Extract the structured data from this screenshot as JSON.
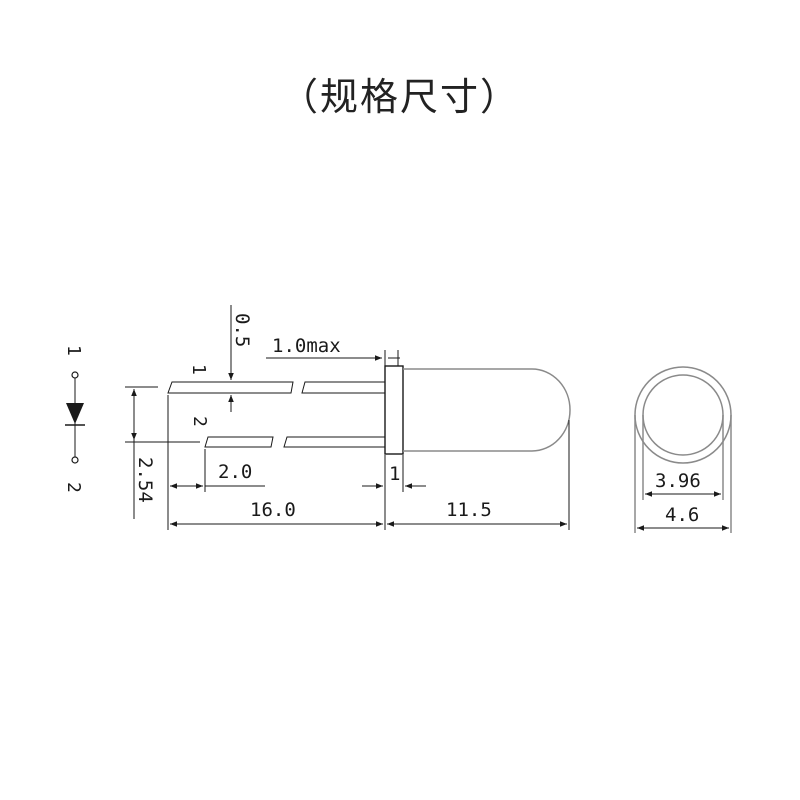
{
  "title": "（规格尺寸）",
  "symbol": {
    "pin1": "1",
    "pin2": "2"
  },
  "pins": {
    "pin1": "1",
    "pin2": "2"
  },
  "dims": {
    "lead_width": "0.5",
    "flange": "1.0max",
    "pitch": "2.54",
    "offset": "2.0",
    "lead_length": "16.0",
    "flange_thickness": "1",
    "body_length": "11.5",
    "inner_diameter": "3.96",
    "outer_diameter": "4.6"
  },
  "colors": {
    "line": "#1a1a1a",
    "body_outline": "#8a8a8a"
  }
}
